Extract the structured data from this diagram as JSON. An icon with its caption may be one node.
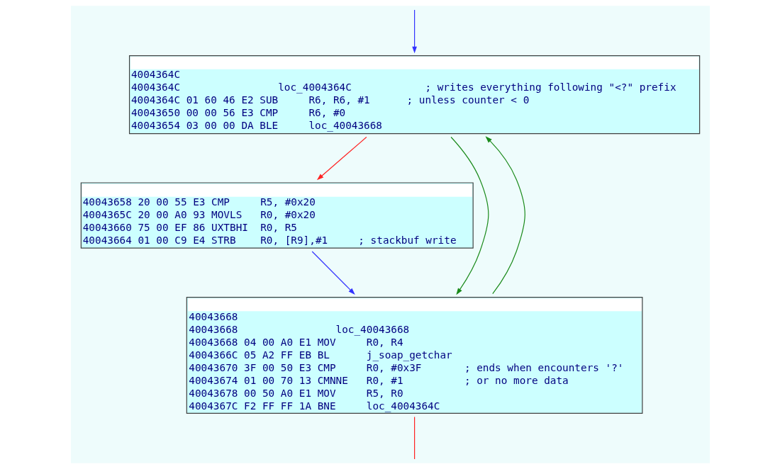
{
  "diagram": {
    "nodes": [
      {
        "text": [
          "4004364C",
          "4004364C                loc_4004364C            ; writes everything following \"<?\" prefix",
          "4004364C 01 60 46 E2 SUB     R6, R6, #1      ; unless counter < 0",
          "40043650 00 00 56 E3 CMP     R6, #0",
          "40043654 03 00 00 DA BLE     loc_40043668"
        ]
      },
      {
        "text": [
          "40043658 20 00 55 E3 CMP     R5, #0x20",
          "4004365C 20 00 A0 93 MOVLS   R0, #0x20",
          "40043660 75 00 EF 86 UXTBHI  R0, R5",
          "40043664 01 00 C9 E4 STRB    R0, [R9],#1     ; stackbuf write"
        ]
      },
      {
        "text": [
          "40043668",
          "40043668                loc_40043668",
          "40043668 04 00 A0 E1 MOV     R0, R4",
          "4004366C 05 A2 FF EB BL      j_soap_getchar",
          "40043670 3F 00 50 E3 CMP     R0, #0x3F       ; ends when encounters '?'",
          "40043674 01 00 70 13 CMNNE   R0, #1          ; or no more data",
          "40043678 00 50 A0 E1 MOV     R5, R0",
          "4004367C F2 FF FF 1A BNE     loc_4004364C"
        ]
      }
    ],
    "edges": [
      {
        "from": 2,
        "to": 0,
        "arrow": "to",
        "color": "#1a8a1a"
      },
      {
        "from": null,
        "to": 0,
        "arrow": "to",
        "color": "#3333ff"
      },
      {
        "from": 0,
        "to": 1,
        "arrow": "to",
        "color": "#ff2222"
      },
      {
        "from": 0,
        "to": 2,
        "arrow": "to",
        "color": "#1a8a1a"
      },
      {
        "from": 1,
        "to": 2,
        "arrow": "to",
        "color": "#3333ff"
      },
      {
        "from": 2,
        "to": null,
        "arrow": "none",
        "color": "#ff2222"
      }
    ]
  }
}
